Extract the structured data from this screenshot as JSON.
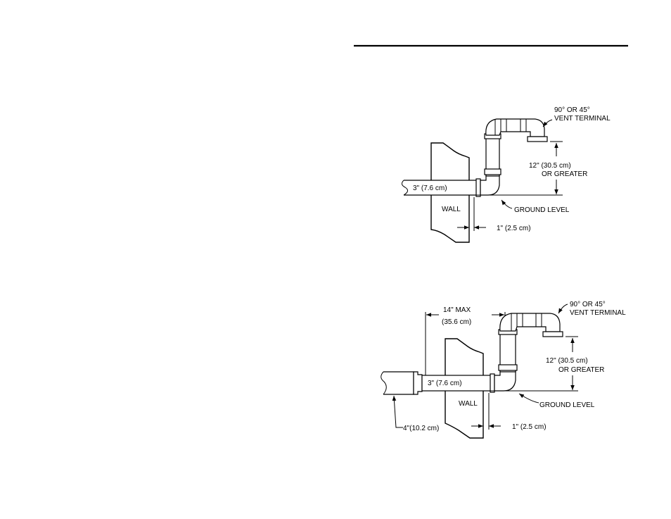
{
  "diagram_top": {
    "terminal_label_1": "90° OR 45°",
    "terminal_label_2": "VENT TERMINAL",
    "height_label_1": "12\" (30.5 cm)",
    "height_label_2": "OR GREATER",
    "pipe_label": "3\" (7.6 cm)",
    "wall_label": "WALL",
    "ground_label": "GROUND LEVEL",
    "gap_label": "1\" (2.5 cm)"
  },
  "diagram_bottom": {
    "max_label_1": "14\" MAX",
    "max_label_2": "(35.6 cm)",
    "terminal_label_1": "90° OR 45°",
    "terminal_label_2": "VENT TERMINAL",
    "height_label_1": "12\" (30.5 cm)",
    "height_label_2": "OR GREATER",
    "pipe_label": "3\" (7.6 cm)",
    "wall_label": "WALL",
    "ground_label": "GROUND LEVEL",
    "gap_label": "1\" (2.5 cm)",
    "reducer_label": "4\"(10.2 cm)"
  }
}
